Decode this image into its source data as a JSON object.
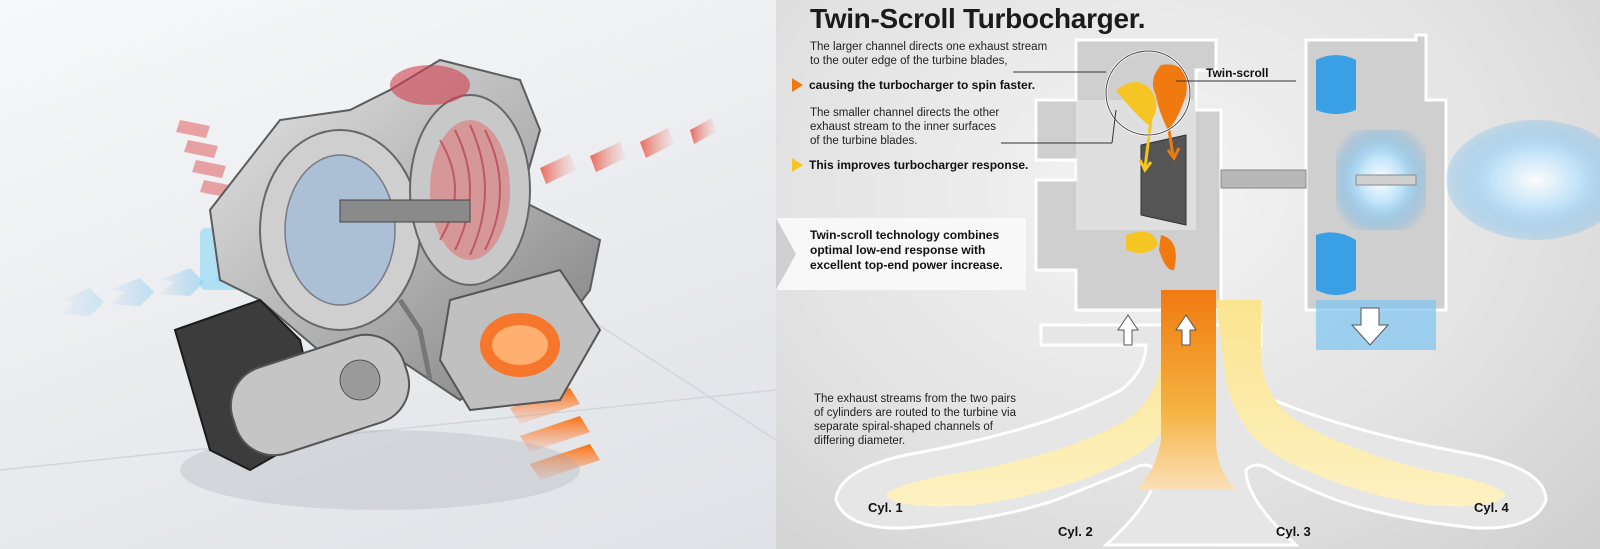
{
  "photo": {
    "description_icon": "turbocharger-cutaway-icon"
  },
  "diagram": {
    "title": "Twin-Scroll Turbocharger.",
    "para1": [
      "The larger channel directs one exhaust stream",
      "to the outer edge of the turbine blades,"
    ],
    "callout1": "causing the turbocharger to spin faster.",
    "para2": [
      "The smaller channel directs the other",
      "exhaust stream to the inner surfaces",
      "of the turbine blades."
    ],
    "callout2": "This improves turbocharger response.",
    "summary": [
      "Twin-scroll technology combines",
      "optimal low-end response with",
      "excellent top-end power increase."
    ],
    "para3": [
      "The exhaust streams from the two pairs",
      "of cylinders are routed to the turbine via",
      "separate spiral-shaped channels of",
      "differing diameter."
    ],
    "twin_scroll_label": "Twin-scroll",
    "cylinders": [
      "Cyl. 1",
      "Cyl. 2",
      "Cyl. 3",
      "Cyl. 4"
    ],
    "colors": {
      "orange": "#f07a10",
      "yellow": "#f5c623",
      "blue": "#3aa0e6",
      "housing": "#c9c9c9"
    }
  }
}
